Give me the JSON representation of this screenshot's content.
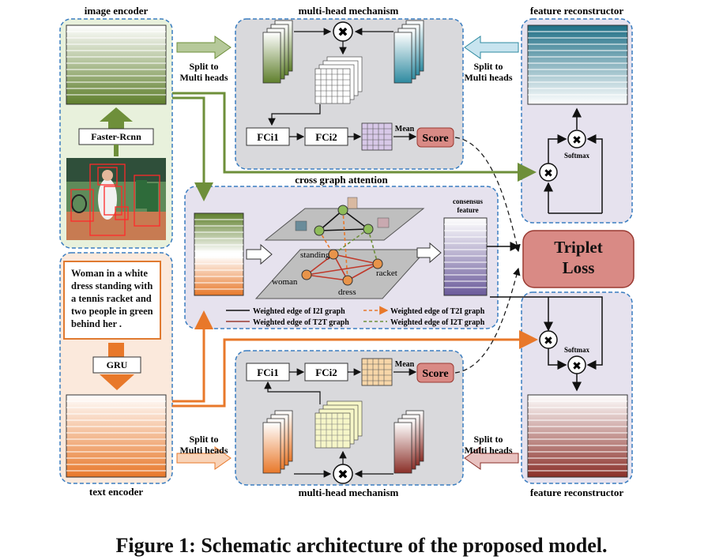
{
  "labels": {
    "image_encoder": "image encoder",
    "text_encoder": "text encoder",
    "mh_top": "multi-head mechanism",
    "mh_bottom": "multi-head mechanism",
    "fr_top": "feature reconstructor",
    "fr_bottom": "feature reconstructor",
    "cga": "cross graph attention",
    "split_1": "Split to",
    "split_2": "Multi heads",
    "faster_rcnn": "Faster-Rcnn",
    "gru": "GRU",
    "fc1": "FCi1",
    "fc2": "FCi2",
    "mean": "Mean",
    "score": "Score",
    "softmax": "Softmax",
    "triplet_1": "Triplet",
    "triplet_2": "Loss",
    "consensus_1": "consensus",
    "consensus_2": "feature",
    "node_standing": "standing",
    "node_racket": "racket",
    "node_woman": "woman",
    "node_dress": "dress"
  },
  "text_input": "Woman in a white dress standing with a tennis racket and two people in green behind her .",
  "legend": [
    "Weighted edge of I2I graph",
    "Weighted edge of T2T graph",
    "Weighted edge of T2I graph",
    "Weighted edge of I2T graph"
  ],
  "caption": "Figure 1: Schematic architecture of the proposed model.",
  "colors": {
    "green": "#6e8f3a",
    "orange": "#e8782a",
    "teal": "#2e8aa0",
    "red_brown": "#9a3a32",
    "purple": "#7b6aa8",
    "score": "#d98a85",
    "triplet": "#d98a85",
    "box_border": "#3a7dc0"
  }
}
